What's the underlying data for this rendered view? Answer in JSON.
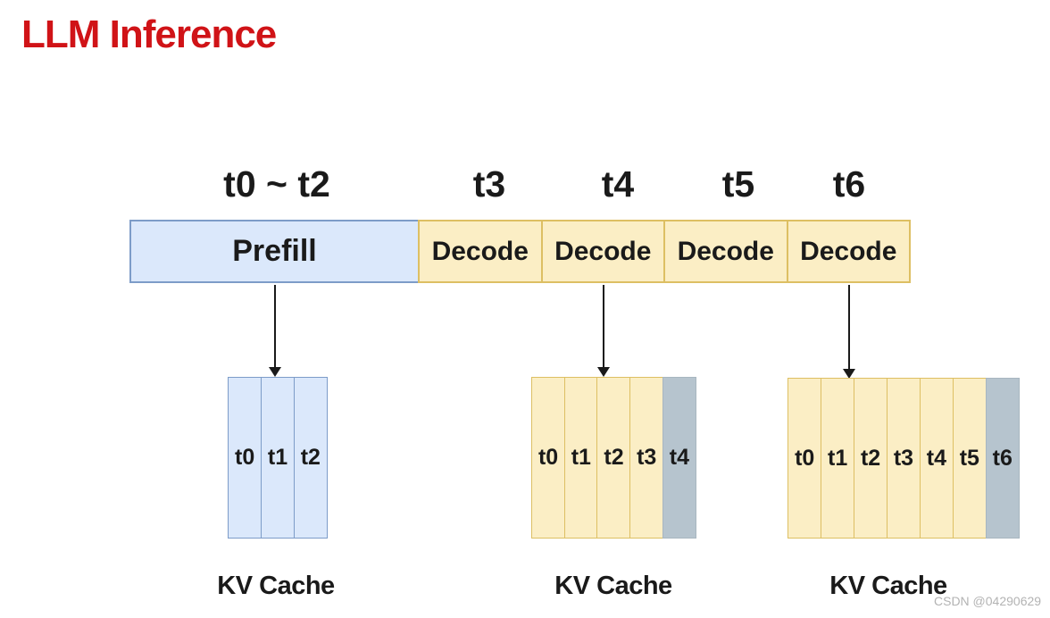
{
  "title": "LLM Inference",
  "watermark": "CSDN @04290629",
  "colors": {
    "title-color": "#d01317",
    "ink": "#1a1a1a",
    "prefill-fill": "#dbe8fb",
    "prefill-stroke": "#7d9cc8",
    "decode-fill": "#fbeec5",
    "decode-stroke": "#ddbf63",
    "new-fill": "#b6c4ce",
    "new-stroke": "#a8b6c0",
    "watermark-color": "#b3b3b3"
  },
  "timeline": {
    "time_labels": [
      "t0 ~ t2",
      "t3",
      "t4",
      "t5",
      "t6"
    ],
    "segments": [
      {
        "label": "Prefill",
        "phase": "prefill"
      },
      {
        "label": "Decode",
        "phase": "decode"
      },
      {
        "label": "Decode",
        "phase": "decode"
      },
      {
        "label": "Decode",
        "phase": "decode"
      },
      {
        "label": "Decode",
        "phase": "decode"
      }
    ]
  },
  "caches": [
    {
      "caption": "KV Cache",
      "cells": [
        {
          "text": "t0"
        },
        {
          "text": "t1"
        },
        {
          "text": "t2"
        }
      ]
    },
    {
      "caption": "KV Cache",
      "cells": [
        {
          "text": "t0"
        },
        {
          "text": "t1"
        },
        {
          "text": "t2"
        },
        {
          "text": "t3"
        },
        {
          "text": "t4",
          "new": true
        }
      ]
    },
    {
      "caption": "KV Cache",
      "cells": [
        {
          "text": "t0"
        },
        {
          "text": "t1"
        },
        {
          "text": "t2"
        },
        {
          "text": "t3"
        },
        {
          "text": "t4"
        },
        {
          "text": "t5"
        },
        {
          "text": "t6",
          "new": true
        }
      ]
    }
  ]
}
